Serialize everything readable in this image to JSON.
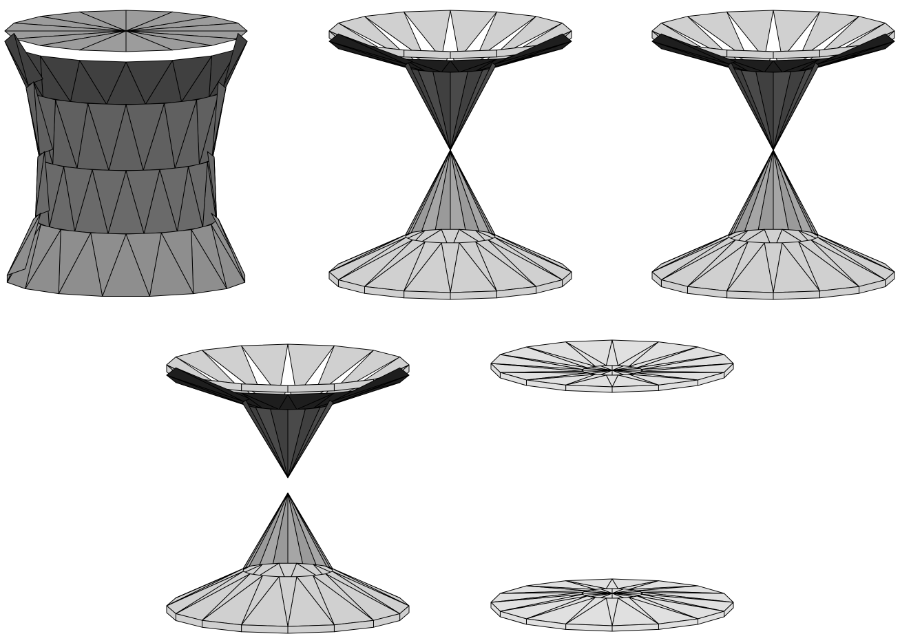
{
  "colors": {
    "background": "#ffffff",
    "stroke": "#000000",
    "disk_face": "#d0d0d0",
    "flat_disk_face": "#e0e0e0",
    "cone_light": "#9a9a9a",
    "cone_dark": "#404040",
    "inner_rim": "#1e1e1e",
    "cylinder_band_top": "#404040",
    "cylinder_band_mid": "#606060",
    "cylinder_band_low": "#6a6a6a",
    "cylinder_skirt": "#8e8e8e",
    "cylinder_cap": "#9c9c9c"
  },
  "figures": [
    {
      "kind": "hyperboloid-one-sheet",
      "icon": "hyperboloid-one-sheet-icon"
    },
    {
      "kind": "double-cone",
      "icon": "double-cone-icon"
    },
    {
      "kind": "double-cone",
      "icon": "double-cone-icon"
    },
    {
      "kind": "hyperboloid-two-sheets",
      "icon": "hyperboloid-two-sheets-icon"
    },
    {
      "kind": "flattened-sheets",
      "icon": "flat-disk-icon"
    }
  ]
}
